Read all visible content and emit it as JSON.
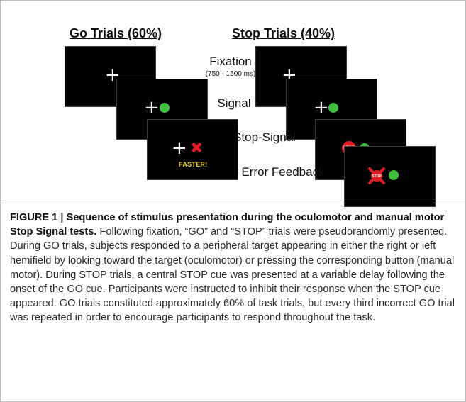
{
  "figure": {
    "go_title": "Go Trials (60%)",
    "stop_title": "Stop Trials (40%)",
    "stages": {
      "fixation": "Fixation",
      "fixation_duration": "(750 - 1500 ms)",
      "signal": "Signal",
      "stop_signal": "Stop-Signal",
      "error_feedback": "Error Feedback"
    },
    "faster_text": "FASTER!",
    "stop_sign_text": "STOP",
    "colors": {
      "screen": "#000000",
      "target": "#3fbf3f",
      "error": "#e11d24",
      "feedback_text": "#f2d416"
    }
  },
  "caption": {
    "label": "FIGURE 1 | Sequence of stimulus presentation during the oculomotor and manual motor Stop Signal tests.",
    "text": " Following fixation, “GO” and “STOP” trials were pseudorandomly presented. During GO trials, subjects responded to a peripheral target appearing in either the right or left hemifield by looking toward the target (oculomotor) or pressing the corresponding button (manual motor). During STOP trials, a central STOP cue was presented at a variable delay following the onset of the GO cue. Participants were instructed to inhibit their response when the STOP cue appeared. GO trials constituted approximately 60% of task trials, but every third incorrect GO trial was repeated in order to encourage participants to respond throughout the task."
  }
}
